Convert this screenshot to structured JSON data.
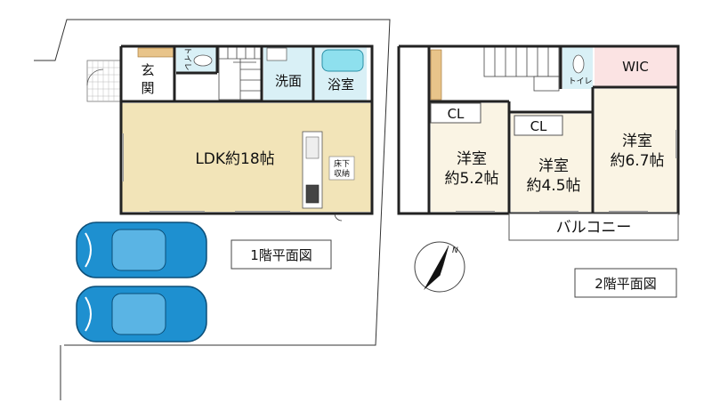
{
  "floor1": {
    "title": "1階平面図",
    "rooms": {
      "entrance_line1": "玄",
      "entrance_line2": "関",
      "toilet": "トイレ",
      "washroom": "洗面",
      "bathroom": "浴室",
      "ldk": "LDK約18帖",
      "underfloor_line1": "床下",
      "underfloor_line2": "収納"
    }
  },
  "floor2": {
    "title": "2階平面図",
    "rooms": {
      "toilet": "トイレ",
      "wic": "WIC",
      "cl_left": "CL",
      "cl_mid": "CL",
      "western_a_line1": "洋室",
      "western_a_line2": "約5.2帖",
      "western_b_line1": "洋室",
      "western_b_line2": "約4.5帖",
      "western_c_line1": "洋室",
      "western_c_line2": "約6.7帖",
      "balcony": "バルコニー"
    }
  },
  "compass": {
    "label": "N"
  },
  "colors": {
    "ldk_floor": "#f2e4b8",
    "room_floor": "#faf4e4",
    "wet_area": "#d9f0f6",
    "wic_floor": "#fbe3e3",
    "car": "#1e90d0",
    "wall": "#222222"
  }
}
